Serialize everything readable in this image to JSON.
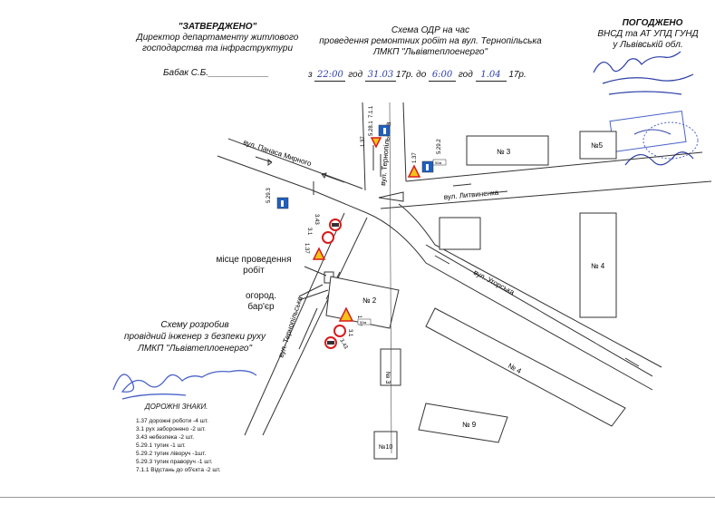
{
  "header": {
    "left": {
      "title": "\"ЗАТВЕРДЖЕНО\"",
      "line1": "Директор департаменту житлового",
      "line2": "господарства та інфраструктури",
      "signer": "Бабак С.Б.",
      "signer_blank": "____________"
    },
    "center": {
      "line1": "Схема ОДР на час",
      "line2": "проведення ремонтних робіт на вул. Тернопільська",
      "line3": "ЛМКП \"Львівтеплоенерго\"",
      "period": {
        "from_prefix": "з",
        "from_time": "22:00",
        "hour_word_1": "год",
        "from_date": "31.03",
        "year_to": "17р. до",
        "to_time": "6:00",
        "hour_word_2": "год",
        "to_date": "1.04",
        "year_end": "17р."
      }
    },
    "right": {
      "title": "ПОГОДЖЕНО",
      "line1": "ВНСД та АТ УПД ГУНД",
      "line2": "у Львівській обл."
    }
  },
  "streets": {
    "panasa_myrnoho": "вул. Панаса Мирного",
    "ternopilska_top": "вул. Тернопільська",
    "lytvynenka": "вул. Литвиненка",
    "uhorska": "вул. Угорська",
    "ternopilska_bottom": "вул. Тернопільська"
  },
  "buildings": {
    "b3_top": "№ 3",
    "b5": "№5",
    "b4_right": "№ 4",
    "b2": "№ 2",
    "b4_long": "№ 4",
    "b3_small": "№ 3",
    "b9": "№ 9",
    "b10": "№10"
  },
  "sign_labels": {
    "s_528_1": "5.28.1",
    "s_711": "7.1.1",
    "s_137_a": "1.37",
    "s_137_b": "1.37",
    "s_5292": "5.29.2",
    "s_5293": "5.29.3",
    "s_343_a": "3.43",
    "s_31_a": "3.1",
    "s_137_c": "1.37",
    "s_137_d": "1.37",
    "s_31_b": "3.1",
    "s_343_b": "3.43",
    "plate_a": "50м",
    "plate_b": "50м"
  },
  "callouts": {
    "work_place_1": "місце проведення",
    "work_place_2": "робіт",
    "barrier_1": "огород.",
    "barrier_2": "бар'єр"
  },
  "developer": {
    "line1": "Схему розробив",
    "line2": "провідний інженер з безпеки руху",
    "line3": "ЛМКП \"Львівтеплоенерго\""
  },
  "legend": {
    "title": "ДОРОЖНІ ЗНАКИ.",
    "items": [
      "1.37  дорожні роботи -4 шт.",
      "3.1  рух заборонено -2 шт.",
      "3.43  небезпека -2 шт.",
      "5.29.1  тупик -1 шт.",
      "5.29.2  тупик ліворуч -1шт.",
      "5.29.3  тупик праворуч -1 шт.",
      "7.1.1  Відстань до об'єкта -2 шт."
    ]
  },
  "colors": {
    "line": "#333333",
    "ink_blue": "#2d3fa8",
    "stamp": "#4a63c9",
    "sign_red": "#d81c1c",
    "sign_yellow": "#f2c21a",
    "sign_blue": "#1f5fbf"
  }
}
